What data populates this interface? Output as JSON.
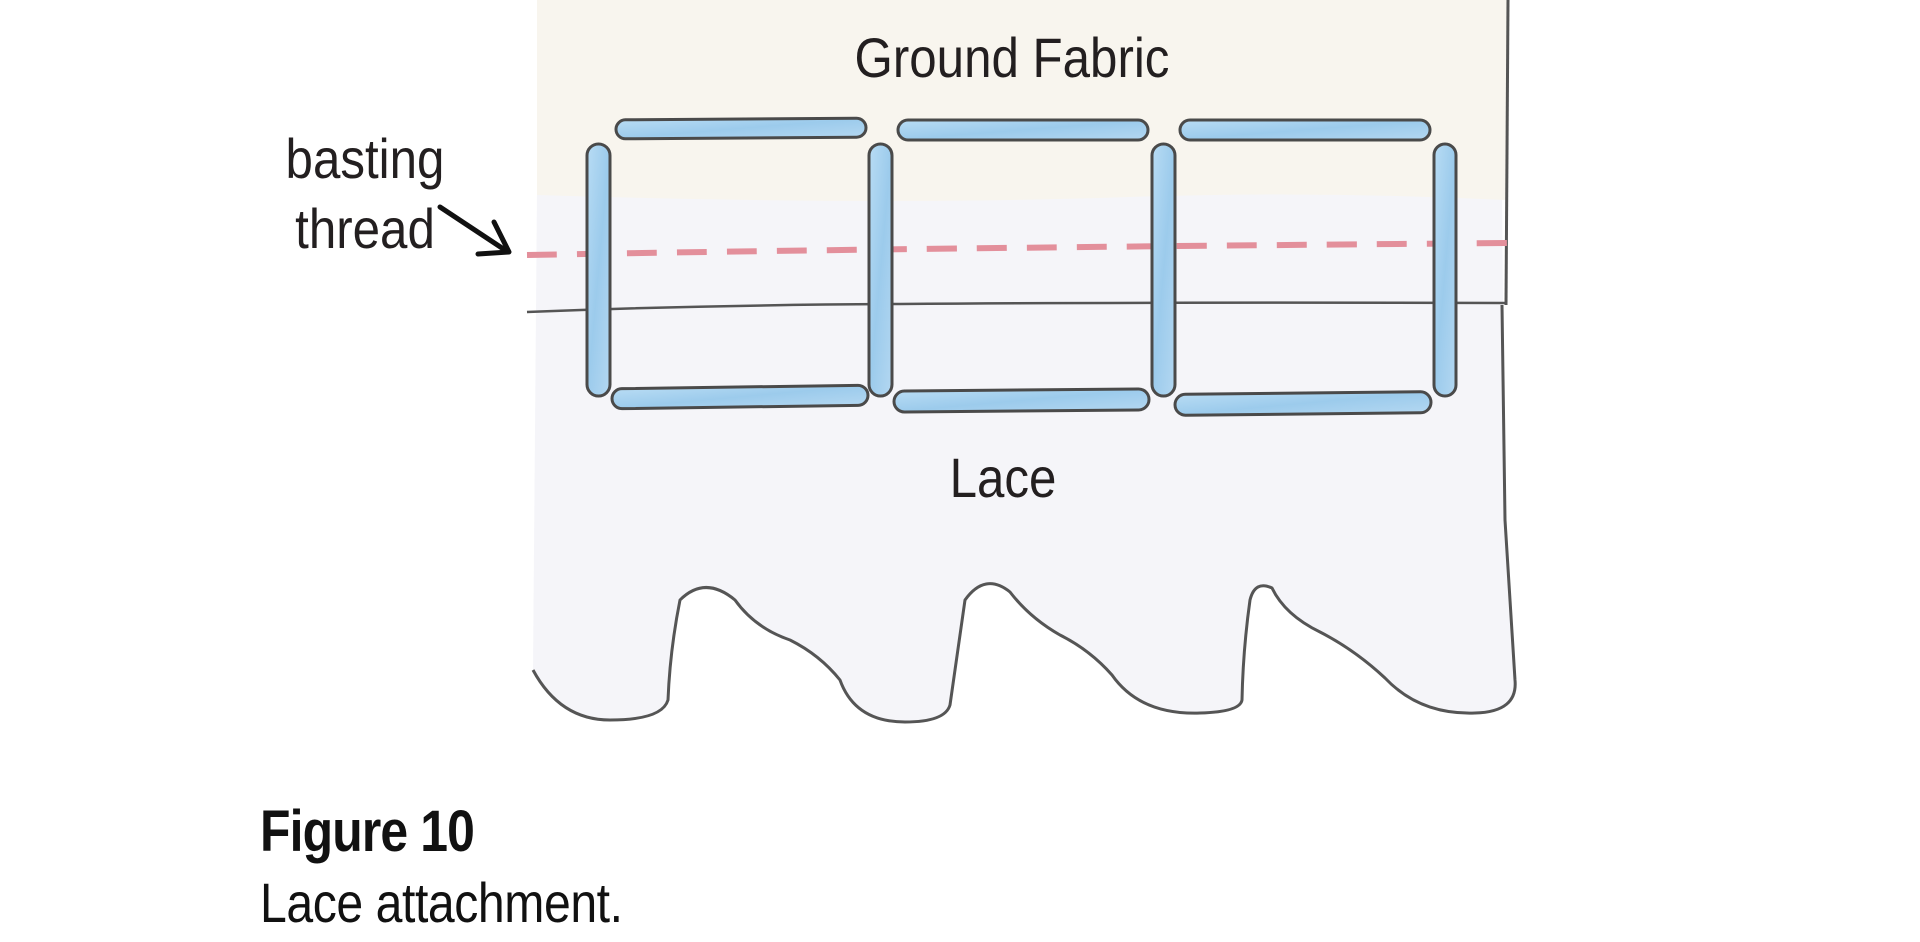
{
  "labels": {
    "ground_fabric": "Ground Fabric",
    "lace": "Lace",
    "basting_line1": "basting",
    "basting_line2": "thread"
  },
  "caption": {
    "title": "Figure 10",
    "text": "Lace attachment."
  },
  "colors": {
    "ground_fabric": "#f8f5ee",
    "lace": "#f5f5f9",
    "stitch_fill": "#a6d0ee",
    "stitch_outline": "#4a4a4a",
    "basting_thread": "#e38f9b",
    "outline": "#555555"
  }
}
